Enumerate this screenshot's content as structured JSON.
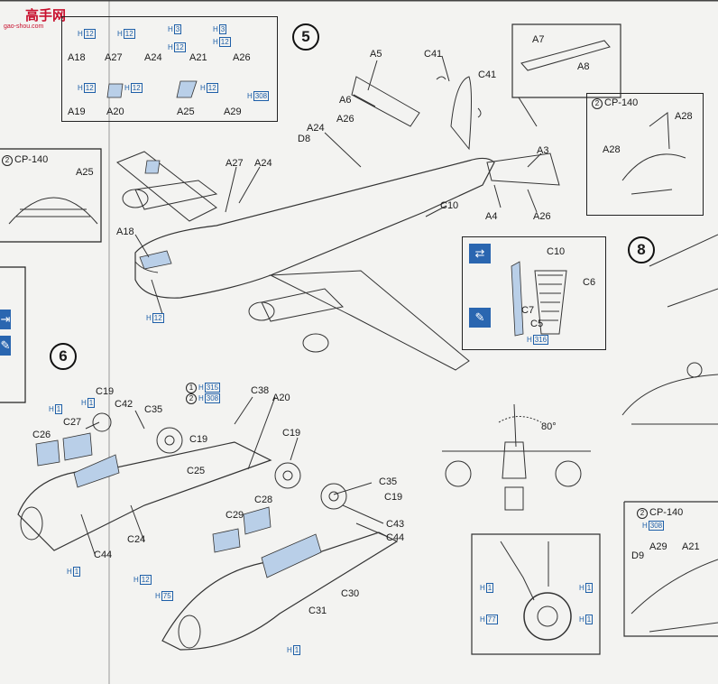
{
  "watermark": {
    "title": "高手网",
    "url": "gao-shou.com"
  },
  "steps": {
    "s5": "5",
    "s6": "6",
    "s8": "8"
  },
  "variant_label": "CP-140",
  "variant_num": "2",
  "parts_box": {
    "A18": "A18",
    "A27": "A27",
    "A24": "A24",
    "A21": "A21",
    "A26": "A26",
    "A19": "A19",
    "A20": "A20",
    "A25": "A25",
    "A29": "A29",
    "h12": "12",
    "h3": "3",
    "h308": "308",
    "H": "H"
  },
  "step5_labels": {
    "A5": "A5",
    "A6": "A6",
    "A26a": "A26",
    "A24": "A24",
    "D8": "D8",
    "C41a": "C41",
    "C41b": "C41",
    "A7": "A7",
    "A8": "A8",
    "A3": "A3",
    "A4": "A4",
    "A26b": "A26",
    "C10": "C10",
    "A27": "A27",
    "A24b": "A24",
    "A18": "A18",
    "H12": "12"
  },
  "cp140_right": {
    "A28a": "A28",
    "A28b": "A28"
  },
  "cp140_left": {
    "A25": "A25"
  },
  "detail_c10": {
    "C10": "C10",
    "C6": "C6",
    "C7": "C7",
    "C5": "C5",
    "H316": "316"
  },
  "step6_labels": {
    "C19a": "C19",
    "C42": "C42",
    "C35a": "C35",
    "C26": "C26",
    "C27": "C27",
    "C19b": "C19",
    "C38": "C38",
    "A20": "A20",
    "C19c": "C19",
    "C25": "C25",
    "C35b": "C35",
    "C19d": "C19",
    "C28": "C28",
    "C29": "C29",
    "C43": "C43",
    "C44a": "C44",
    "C24": "C24",
    "C44b": "C44",
    "C30": "C30",
    "C31": "C31",
    "H1": "1",
    "H12": "12",
    "H75": "75",
    "v1": "1",
    "v2": "2",
    "h315": "315",
    "h308": "308"
  },
  "front_view": {
    "angle": "80°"
  },
  "gear_detail": {
    "H1": "1",
    "H77": "77"
  },
  "cp140_lower": {
    "A29": "A29",
    "A21": "A21",
    "D9": "D9",
    "H308": "308"
  }
}
